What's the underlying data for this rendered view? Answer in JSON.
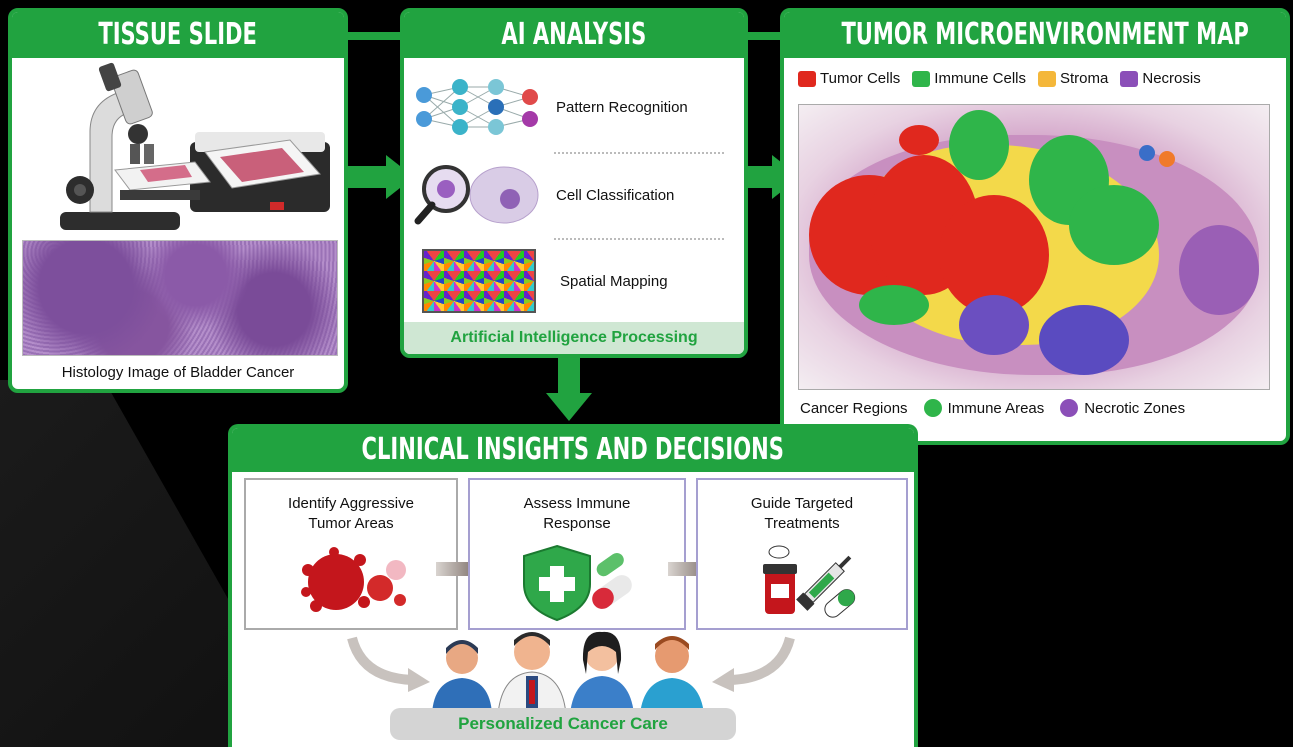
{
  "panels": {
    "tissue_slide": {
      "title": "TISSUE SLIDE",
      "caption": "Histology Image of Bladder Cancer"
    },
    "ai_analysis": {
      "title": "AI ANALYSIS",
      "steps": [
        {
          "label": "Pattern Recognition",
          "icon": "neural-network-icon"
        },
        {
          "label": "Cell Classification",
          "icon": "magnified-cells-icon"
        },
        {
          "label": "Spatial Mapping",
          "icon": "heatmap-grid-icon"
        }
      ],
      "footer": "Artificial Intelligence Processing"
    },
    "tme_map": {
      "title": "TUMOR MICROENVIRONMENT MAP",
      "legend": [
        {
          "label": "Tumor Cells",
          "color": "#e0281e"
        },
        {
          "label": "Immune Cells",
          "color": "#2fb54a"
        },
        {
          "label": "Stroma",
          "color": "#f4b73a"
        },
        {
          "label": "Necrosis",
          "color": "#8b4fb8"
        }
      ],
      "region_labels": [
        "Cancer Regions",
        "Immune Areas",
        "Necrotic Zones"
      ]
    },
    "clinical": {
      "title": "CLINICAL INSIGHTS AND DECISIONS",
      "boxes": [
        {
          "line1": "Identify Aggressive",
          "line2": "Tumor Areas",
          "icon": "tumor-cell-icon"
        },
        {
          "line1": "Assess Immune",
          "line2": "Response",
          "icon": "shield-pill-icon"
        },
        {
          "line1": "Guide Targeted",
          "line2": "Treatments",
          "icon": "medication-syringe-icon"
        }
      ],
      "footer": "Personalized Cancer Care"
    }
  },
  "colors": {
    "accent_green": "#21a340",
    "tumor": "#e0281e",
    "immune": "#2fb54a",
    "stroma": "#f4b73a",
    "necrosis": "#8b4fb8"
  }
}
